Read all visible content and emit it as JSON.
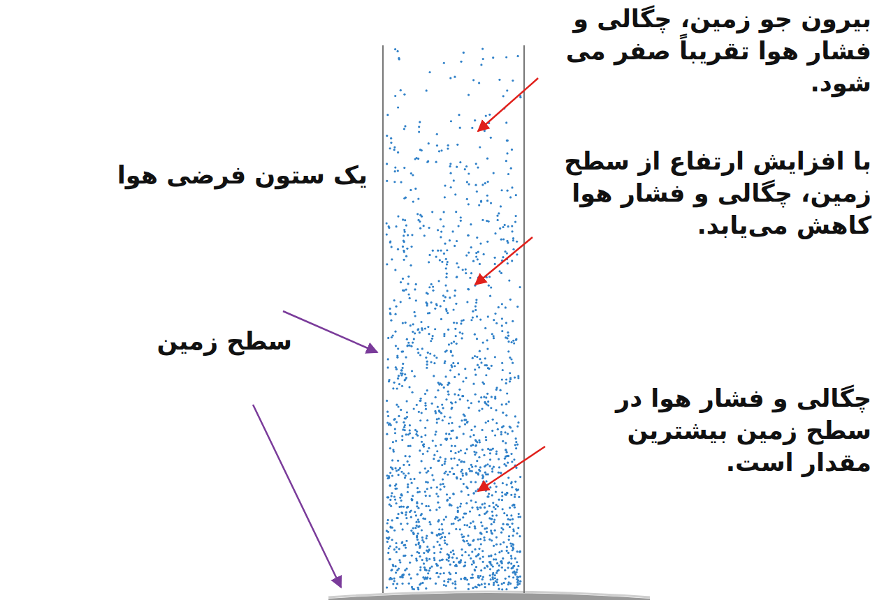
{
  "diagram": {
    "labels": [
      "بیرون جو زمین، چگالی و فشار هوا تقریباً صفر می شود.",
      "با افزایش ارتفاع از سطح زمین، چگالی و فشار هوا کاهش می‌یابد.",
      "یک ستون فرضی هوا",
      "سطح زمین",
      "چگالی و فشار هوا در سطح زمین بیشترین مقدار است."
    ]
  }
}
